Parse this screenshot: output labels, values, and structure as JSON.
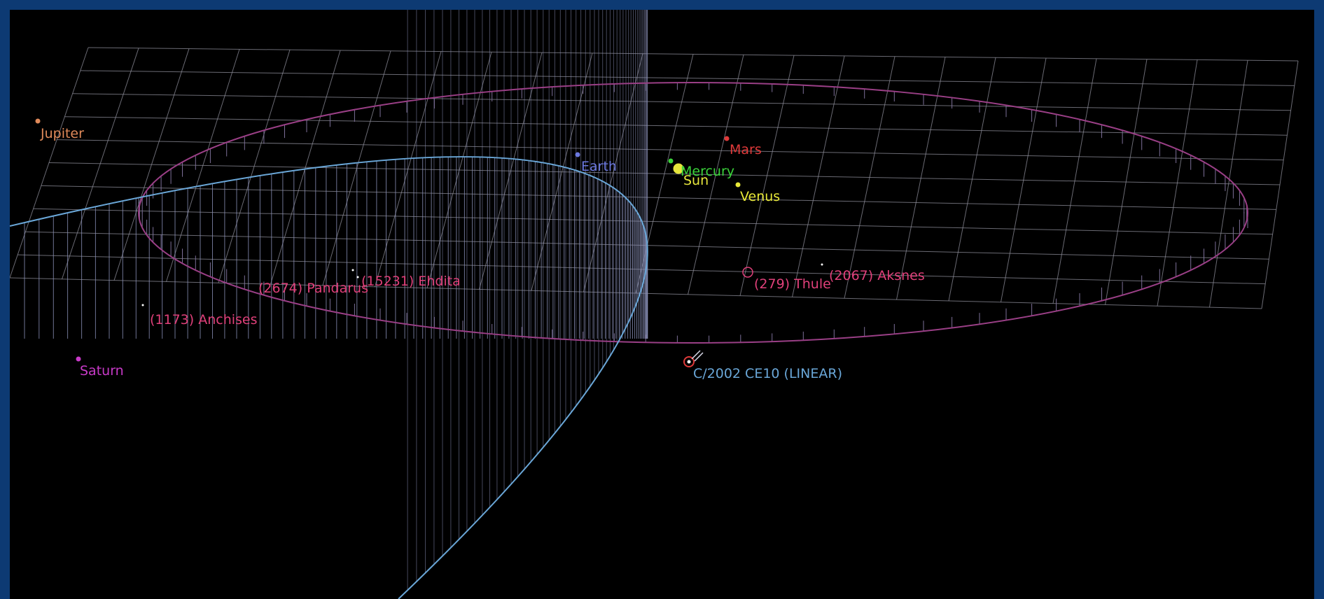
{
  "colors": {
    "frame": "#0d3a73",
    "background": "#000000",
    "grid": "#8e8e9a",
    "comet_orbit": "#6aa7d8",
    "comet_drop": "#8a90b8",
    "ecliptic_orbit": "#9a3f86",
    "tick": "#7c6f98"
  },
  "bodies": [
    {
      "id": "jupiter",
      "label": "Jupiter",
      "color": "#e08a5a"
    },
    {
      "id": "saturn",
      "label": "Saturn",
      "color": "#c83ac8"
    },
    {
      "id": "earth",
      "label": "Earth",
      "color": "#6c79e0"
    },
    {
      "id": "mercury",
      "label": "Mercury",
      "color": "#3ad43a"
    },
    {
      "id": "sun",
      "label": "Sun",
      "color": "#e6e63c"
    },
    {
      "id": "venus",
      "label": "Venus",
      "color": "#e8e838"
    },
    {
      "id": "mars",
      "label": "Mars",
      "color": "#e03a3a"
    }
  ],
  "asteroids": [
    {
      "id": "archises",
      "label": "(1173) Anchises",
      "color": "#e0407a"
    },
    {
      "id": "pandarus",
      "label": "(2674) Pandarus",
      "color": "#e0407a"
    },
    {
      "id": "ehdita",
      "label": "(15231) Ehdita",
      "color": "#e0407a"
    },
    {
      "id": "thule",
      "label": "(279) Thule",
      "color": "#e0407a"
    },
    {
      "id": "aksnes",
      "label": "(2067) Aksnes",
      "color": "#e0407a"
    }
  ],
  "comet": {
    "label": "C/2002 CE10 (LINEAR)",
    "color": "#6aa7d8",
    "marker_color": "#e03a3a"
  }
}
